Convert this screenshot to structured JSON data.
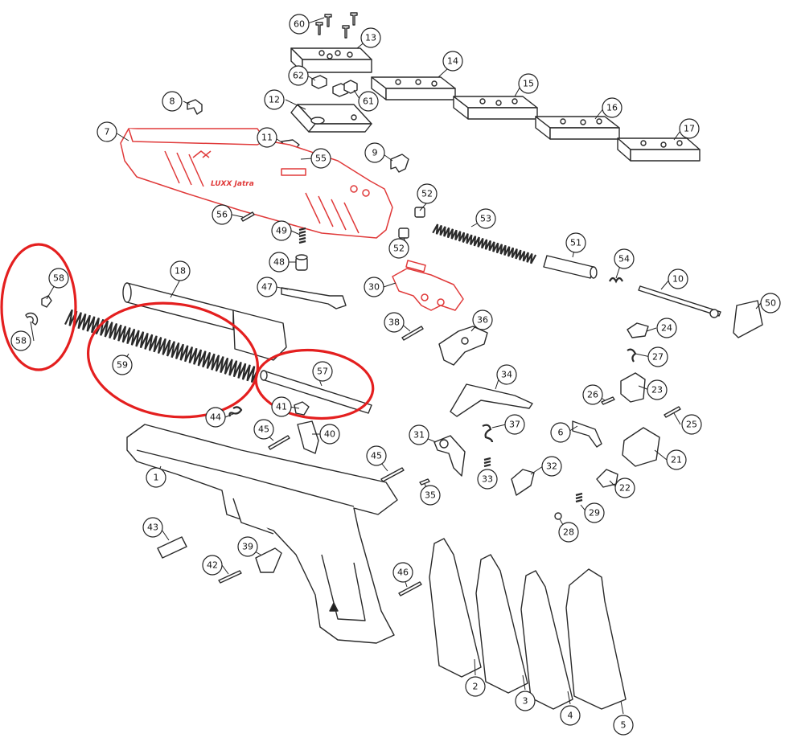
{
  "diagram": {
    "slide_marking": "LUXX Jatra",
    "colors": {
      "slide_red": "#e03a3a",
      "highlight_red": "#e41f1f",
      "line": "#2a2a2a"
    },
    "highlighted_parts": [
      "58",
      "59",
      "57"
    ],
    "callouts": [
      "1",
      "2",
      "3",
      "4",
      "5",
      "6",
      "7",
      "8",
      "9",
      "10",
      "11",
      "12",
      "13",
      "14",
      "15",
      "16",
      "17",
      "18",
      "21",
      "22",
      "23",
      "24",
      "25",
      "26",
      "27",
      "28",
      "29",
      "30",
      "31",
      "32",
      "33",
      "34",
      "35",
      "36",
      "37",
      "38",
      "39",
      "40",
      "41",
      "42",
      "43",
      "44",
      "45",
      "45",
      "46",
      "47",
      "48",
      "49",
      "50",
      "51",
      "52",
      "52",
      "53",
      "54",
      "55",
      "56",
      "57",
      "58",
      "58",
      "59",
      "60",
      "61",
      "62"
    ]
  }
}
